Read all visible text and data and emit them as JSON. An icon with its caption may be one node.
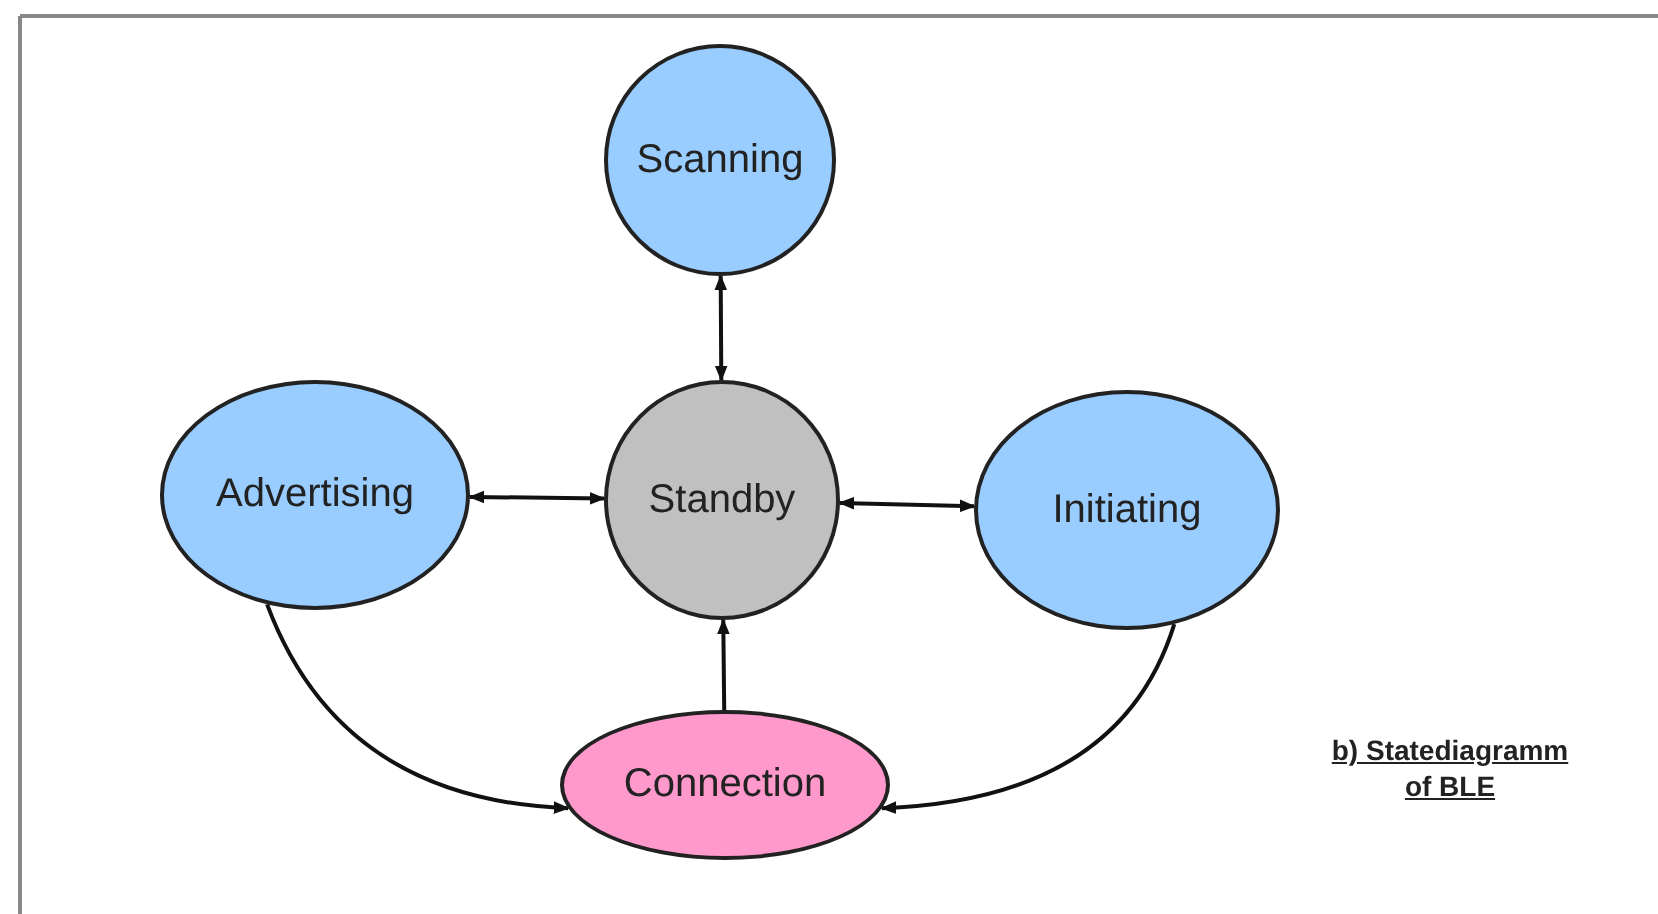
{
  "diagram": {
    "caption": "b) Statediagramm of BLE",
    "nodes": [
      {
        "text": [
          "Scanning"
        ]
      },
      {
        "text": [
          "Advertising"
        ]
      },
      {
        "text": [
          "Standby"
        ]
      },
      {
        "text": [
          "Initiating"
        ]
      },
      {
        "text": [
          "Connection"
        ]
      }
    ],
    "edges": [
      {
        "from": 0,
        "to": 2,
        "arrow": "both"
      },
      {
        "from": 1,
        "to": 2,
        "arrow": "both"
      },
      {
        "from": 2,
        "to": 3,
        "arrow": "both"
      },
      {
        "from": 4,
        "to": 2,
        "arrow": "to"
      },
      {
        "from": 1,
        "to": 4,
        "arrow": "to"
      },
      {
        "from": 3,
        "to": 4,
        "arrow": "to"
      }
    ]
  }
}
